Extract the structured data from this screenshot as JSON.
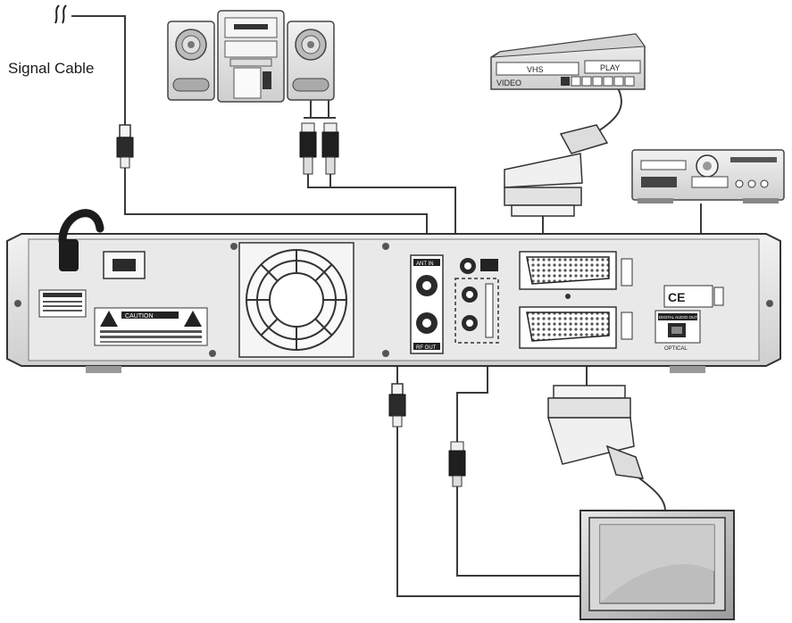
{
  "diagram": {
    "signal_cable_label": "Signal Cable",
    "vcr": {
      "format_text": "VHS",
      "display_text": "PLAY",
      "brand_text": "VIDEO"
    },
    "receiver": {
      "antenna_in_label": "ANT IN",
      "rf_out_label": "RF OUT",
      "caution_label": "CAUTION",
      "optical_label": "OPTICAL",
      "digital_audio_label": "DIGITAL AUDIO OUT",
      "ce_mark": "CE"
    },
    "colors": {
      "line": "#3a3a3a",
      "device_fill": "#e6e6e6",
      "device_dark": "#9a9a9a",
      "panel_fill": "#dedede"
    }
  }
}
